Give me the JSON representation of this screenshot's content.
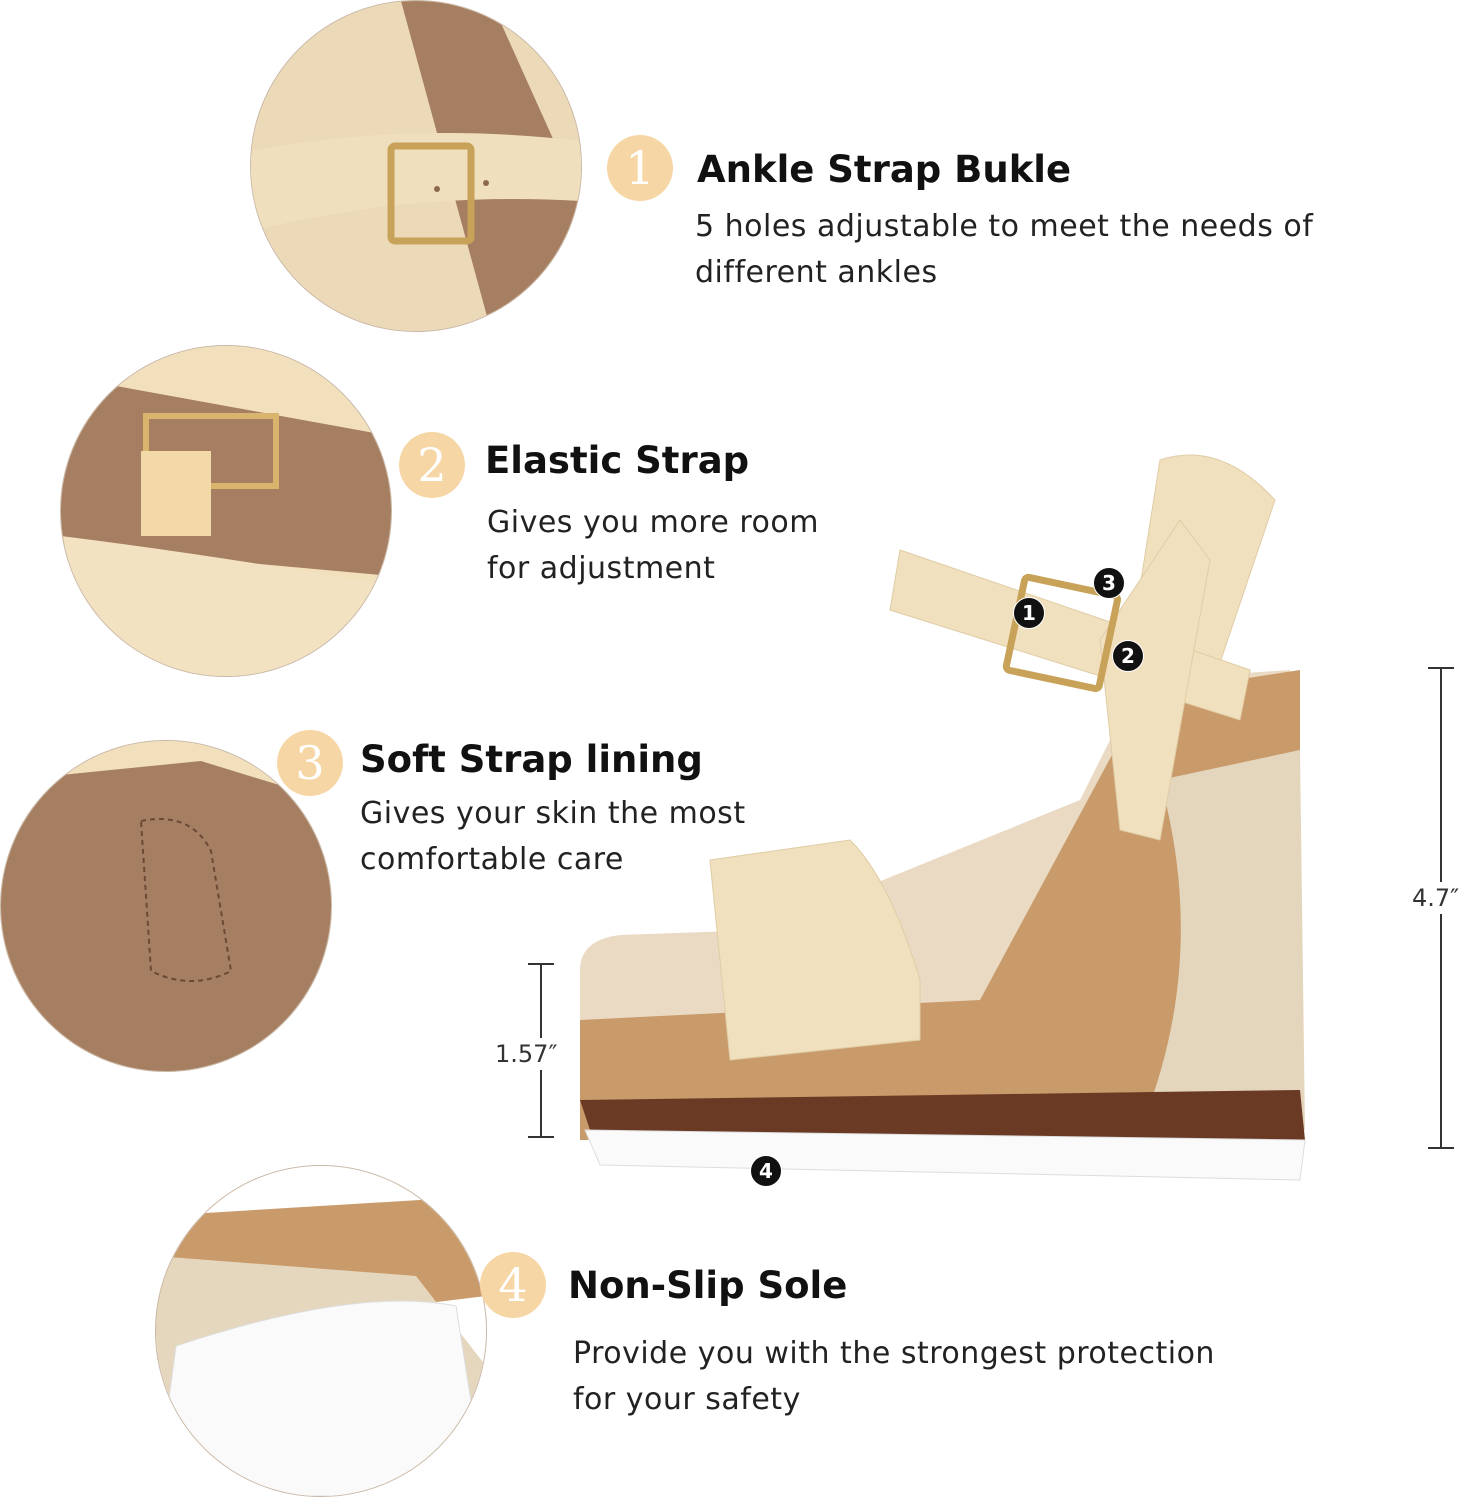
{
  "features": [
    {
      "number": "1",
      "title": "Ankle Strap Bukle",
      "desc": [
        "5 holes adjustable to meet the needs of",
        "different ankles"
      ]
    },
    {
      "number": "2",
      "title": "Elastic Strap",
      "desc": [
        "Gives you more room",
        "for adjustment"
      ]
    },
    {
      "number": "3",
      "title": "Soft Strap lining",
      "desc": [
        "Gives your skin the most",
        "comfortable care"
      ]
    },
    {
      "number": "4",
      "title": "Non-Slip Sole",
      "desc": [
        "Provide you with the strongest protection",
        "for your safety"
      ]
    }
  ],
  "markers": [
    "1",
    "2",
    "3",
    "4"
  ],
  "measurements": {
    "heel_height": "4.7″",
    "platform_height": "1.57″"
  },
  "colors": {
    "badge": "#f7d6a6",
    "strap": "#f1e0bd",
    "cork": "#c99a6a",
    "lining": "#a57a5c"
  }
}
